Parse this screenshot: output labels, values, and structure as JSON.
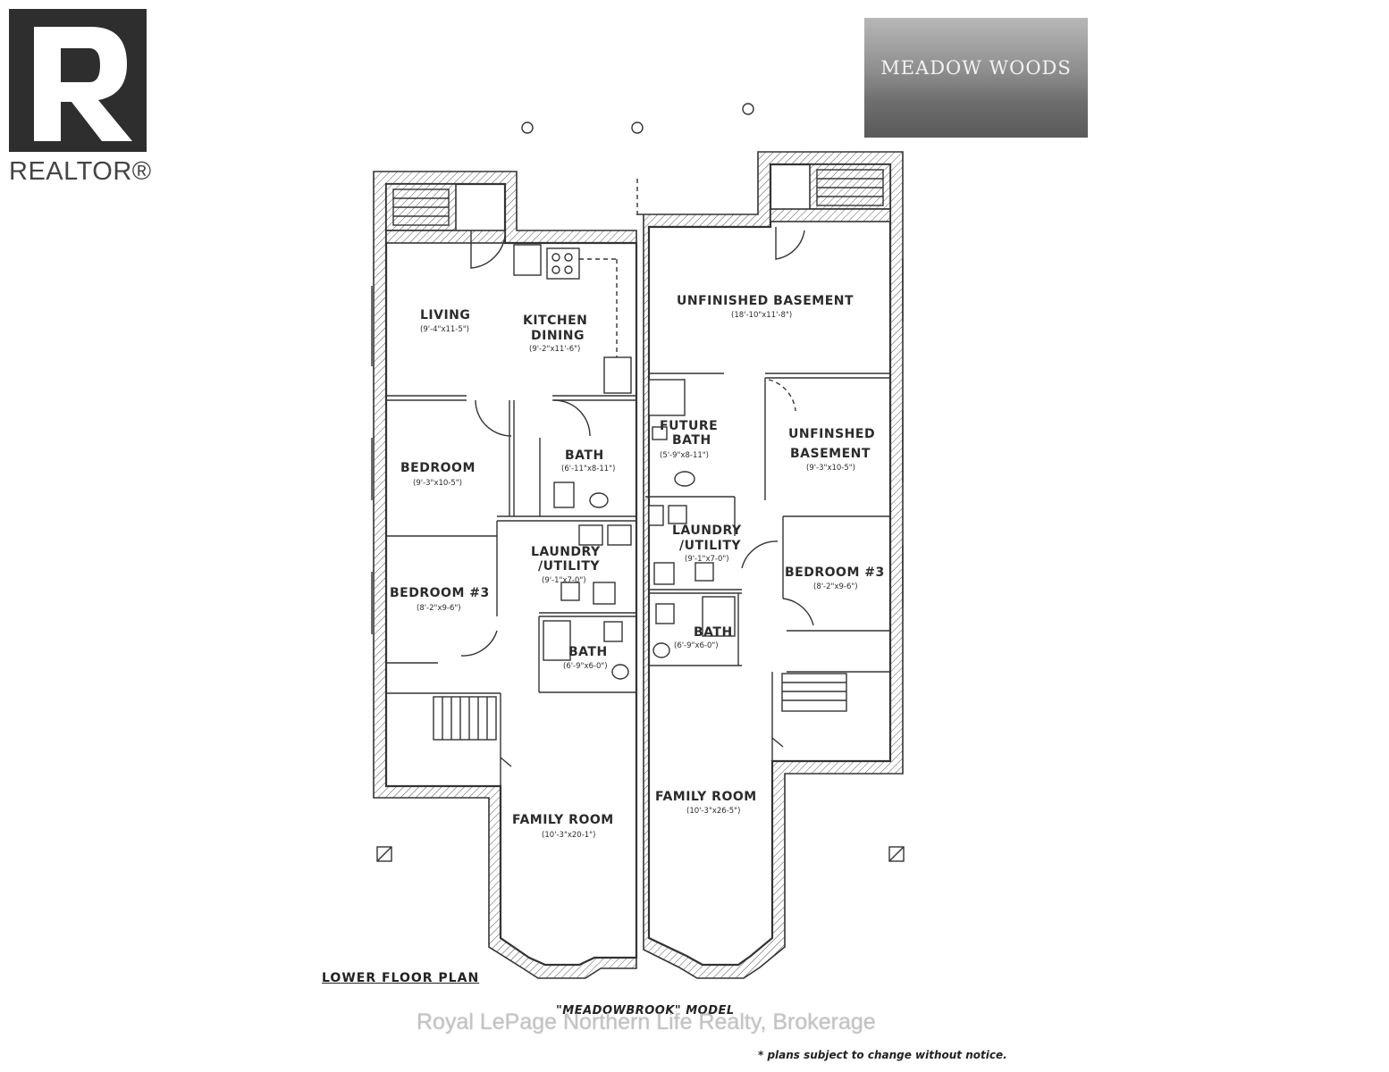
{
  "logos": {
    "realtor": "REALTOR®",
    "development": "MEADOW WOODS"
  },
  "plan": {
    "title": "LOWER FLOOR PLAN",
    "model_name": "\"MEADOWBROOK\" MODEL",
    "note": "* plans subject to change without notice.",
    "watermark": "Royal LePage Northern Life Realty, Brokerage"
  },
  "rooms": {
    "left": {
      "living": {
        "name": "LIVING",
        "dim": "(9'-4\"x11-5\")"
      },
      "kitchen": {
        "name1": "KITCHEN",
        "name2": "DINING",
        "dim": "(9'-2\"x11'-6\")"
      },
      "bedroom": {
        "name": "BEDROOM",
        "dim": "(9'-3\"x10-5\")"
      },
      "bath1": {
        "name": "BATH",
        "dim": "(6'-11\"x8-11\")"
      },
      "laundry": {
        "name1": "LAUNDRY",
        "name2": "/UTILITY",
        "dim": "(9'-1\"x7-0\")"
      },
      "bedroom3": {
        "name": "BEDROOM #3",
        "dim": "(8'-2\"x9-6\")"
      },
      "bath2": {
        "name": "BATH",
        "dim": "(6'-9\"x6-0\")"
      },
      "family": {
        "name": "FAMILY ROOM",
        "dim": "(10'-3\"x20-1\")"
      }
    },
    "right": {
      "unfinished1": {
        "name": "UNFINISHED BASEMENT",
        "dim": "(18'-10\"x11'-8\")"
      },
      "futurebath": {
        "name1": "FUTURE",
        "name2": "BATH",
        "dim": "(5'-9\"x8-11\")"
      },
      "unfinished2": {
        "name1": "UNFINSHED",
        "name2": "BASEMENT",
        "dim": "(9'-3\"x10-5\")"
      },
      "laundry": {
        "name1": "LAUNDRY",
        "name2": "/UTILITY",
        "dim": "(9'-1\"x7-0\")"
      },
      "bedroom3": {
        "name": "BEDROOM #3",
        "dim": "(8'-2\"x9-6\")"
      },
      "bath": {
        "name": "BATH",
        "dim": "(6'-9\"x6-0\")"
      },
      "family": {
        "name": "FAMILY ROOM",
        "dim": "(10'-3\"x26-5\")"
      }
    }
  }
}
